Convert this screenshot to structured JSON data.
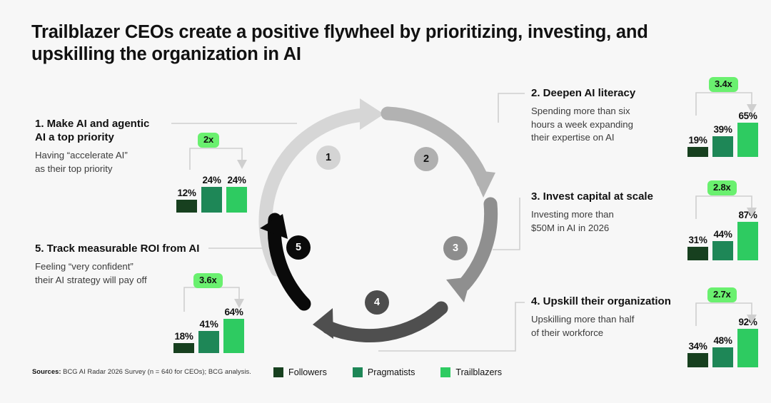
{
  "title": "Trailblazer CEOs create a positive flywheel by prioritizing, investing, and upskilling the organization in AI",
  "colors": {
    "background": "#f7f7f7",
    "followers": "#17401f",
    "pragmatists": "#1e8757",
    "trailblazers": "#2ecb61",
    "badge": "#6af06f",
    "connector": "#c9c9c9"
  },
  "legend": {
    "items": [
      {
        "label": "Followers",
        "color": "#17401f"
      },
      {
        "label": "Pragmatists",
        "color": "#1e8757"
      },
      {
        "label": "Trailblazers",
        "color": "#2ecb61"
      }
    ]
  },
  "sources": {
    "label": "Sources:",
    "text": " BCG AI Radar 2026 Survey (n = 640 for CEOs); BCG analysis."
  },
  "wheel": {
    "steps": [
      {
        "number": "1",
        "fill": "#d4d4d4",
        "textColor": "#111111"
      },
      {
        "number": "2",
        "fill": "#b0b0b0",
        "textColor": "#111111"
      },
      {
        "number": "3",
        "fill": "#8d8d8d",
        "textColor": "#ffffff"
      },
      {
        "number": "4",
        "fill": "#4d4d4d",
        "textColor": "#ffffff"
      },
      {
        "number": "5",
        "fill": "#0a0a0a",
        "textColor": "#ffffff"
      }
    ]
  },
  "blocks": [
    {
      "id": "1",
      "heading": "1. Make AI and agentic\n     AI a top priority",
      "sub": "Having “accelerate AI”\nas their top priority",
      "multiplier": "2x"
    },
    {
      "id": "2",
      "heading": "2. Deepen AI literacy",
      "sub": "Spending more than six\nhours a week expanding\ntheir expertise on AI",
      "multiplier": "3.4x"
    },
    {
      "id": "3",
      "heading": "3. Invest capital at scale",
      "sub": "Investing more than\n$50M in AI in 2026",
      "multiplier": "2.8x"
    },
    {
      "id": "4",
      "heading": "4. Upskill their organization",
      "sub": "Upskilling more than half\nof their workforce",
      "multiplier": "2.7x"
    },
    {
      "id": "5",
      "heading": "5. Track measurable ROI from AI",
      "sub": "Feeling “very confident”\ntheir AI strategy will pay off",
      "multiplier": "3.6x"
    }
  ],
  "chart_data": [
    {
      "type": "bar",
      "title": "1. Make AI and agentic AI a top priority",
      "categories": [
        "Followers",
        "Pragmatists",
        "Trailblazers"
      ],
      "values": [
        12,
        24,
        24
      ],
      "labels": [
        "12%",
        "24%",
        "24%"
      ],
      "multiplier": "2x",
      "ylabel": "",
      "xlabel": "",
      "ylim": [
        0,
        100
      ],
      "grid": false
    },
    {
      "type": "bar",
      "title": "2. Deepen AI literacy",
      "categories": [
        "Followers",
        "Pragmatists",
        "Trailblazers"
      ],
      "values": [
        19,
        39,
        65
      ],
      "labels": [
        "19%",
        "39%",
        "65%"
      ],
      "multiplier": "3.4x",
      "ylabel": "",
      "xlabel": "",
      "ylim": [
        0,
        100
      ],
      "grid": false
    },
    {
      "type": "bar",
      "title": "3. Invest capital at scale",
      "categories": [
        "Followers",
        "Pragmatists",
        "Trailblazers"
      ],
      "values": [
        31,
        44,
        87
      ],
      "labels": [
        "31%",
        "44%",
        "87%"
      ],
      "multiplier": "2.8x",
      "ylabel": "",
      "xlabel": "",
      "ylim": [
        0,
        100
      ],
      "grid": false
    },
    {
      "type": "bar",
      "title": "4. Upskill their organization",
      "categories": [
        "Followers",
        "Pragmatists",
        "Trailblazers"
      ],
      "values": [
        34,
        48,
        92
      ],
      "labels": [
        "34%",
        "48%",
        "92%"
      ],
      "multiplier": "2.7x",
      "ylabel": "",
      "xlabel": "",
      "ylim": [
        0,
        100
      ],
      "grid": false
    },
    {
      "type": "bar",
      "title": "5. Track measurable ROI from AI",
      "categories": [
        "Followers",
        "Pragmatists",
        "Trailblazers"
      ],
      "values": [
        18,
        41,
        64
      ],
      "labels": [
        "18%",
        "41%",
        "64%"
      ],
      "multiplier": "3.6x",
      "ylabel": "",
      "xlabel": "",
      "ylim": [
        0,
        100
      ],
      "grid": false
    }
  ]
}
